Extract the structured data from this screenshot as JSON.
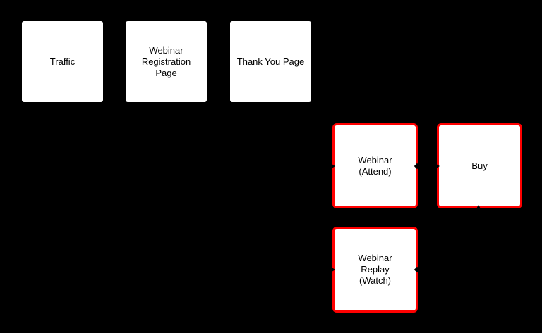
{
  "diagram": {
    "background_color": "#000000",
    "node_fill_color": "#ffffff",
    "node_border_color": "#000000",
    "highlight_border_color": "#ff0000",
    "text_color": "#000000",
    "connector_color": "#000000",
    "nodes": [
      {
        "id": "traffic",
        "label": "Traffic",
        "highlighted": false
      },
      {
        "id": "webinar-registration-page",
        "label": "Webinar\nRegistration\nPage",
        "highlighted": false
      },
      {
        "id": "thank-you-page",
        "label": "Thank You Page",
        "highlighted": false
      },
      {
        "id": "webinar-attend",
        "label": "Webinar\n(Attend)",
        "highlighted": true
      },
      {
        "id": "buy",
        "label": "Buy",
        "highlighted": true
      },
      {
        "id": "webinar-replay-watch",
        "label": "Webinar\nReplay\n(Watch)",
        "highlighted": true
      }
    ],
    "arrow_marks": [
      {
        "at": "webinar-attend-left-edge",
        "direction": "right"
      },
      {
        "at": "webinar-attend-right-edge",
        "direction": "stub"
      },
      {
        "at": "buy-left-edge",
        "direction": "right"
      },
      {
        "at": "buy-bottom-edge",
        "direction": "up"
      },
      {
        "at": "webinar-replay-left-edge",
        "direction": "right"
      },
      {
        "at": "webinar-replay-right-edge",
        "direction": "stub"
      }
    ]
  }
}
